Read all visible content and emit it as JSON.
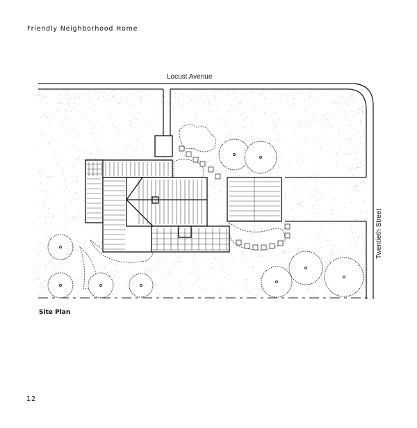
{
  "header": {
    "title": "Friendly Neighborhood Home"
  },
  "site_plan": {
    "street_top": "Locust Avenue",
    "street_right": "Twentieth Street"
  },
  "caption": "Site Plan",
  "page_number": "12"
}
